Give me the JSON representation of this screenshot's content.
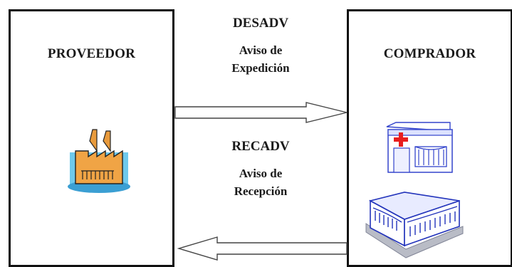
{
  "supplier": {
    "label": "PROVEEDOR",
    "icon": "factory-icon"
  },
  "buyer": {
    "label": "COMPRADOR",
    "icons": [
      "pharmacy-store-icon",
      "building-icon"
    ]
  },
  "messages": [
    {
      "code": "DESADV",
      "line1": "Aviso de",
      "line2": "Expedición",
      "direction": "supplier-to-buyer"
    },
    {
      "code": "RECADV",
      "line1": "Aviso de",
      "line2": "Recepción",
      "direction": "buyer-to-supplier"
    }
  ],
  "colors": {
    "border": "#111111",
    "factory": "#e89a3c",
    "water": "#5bc2e8",
    "store": "#3344cc",
    "cross": "#e81e1e"
  }
}
